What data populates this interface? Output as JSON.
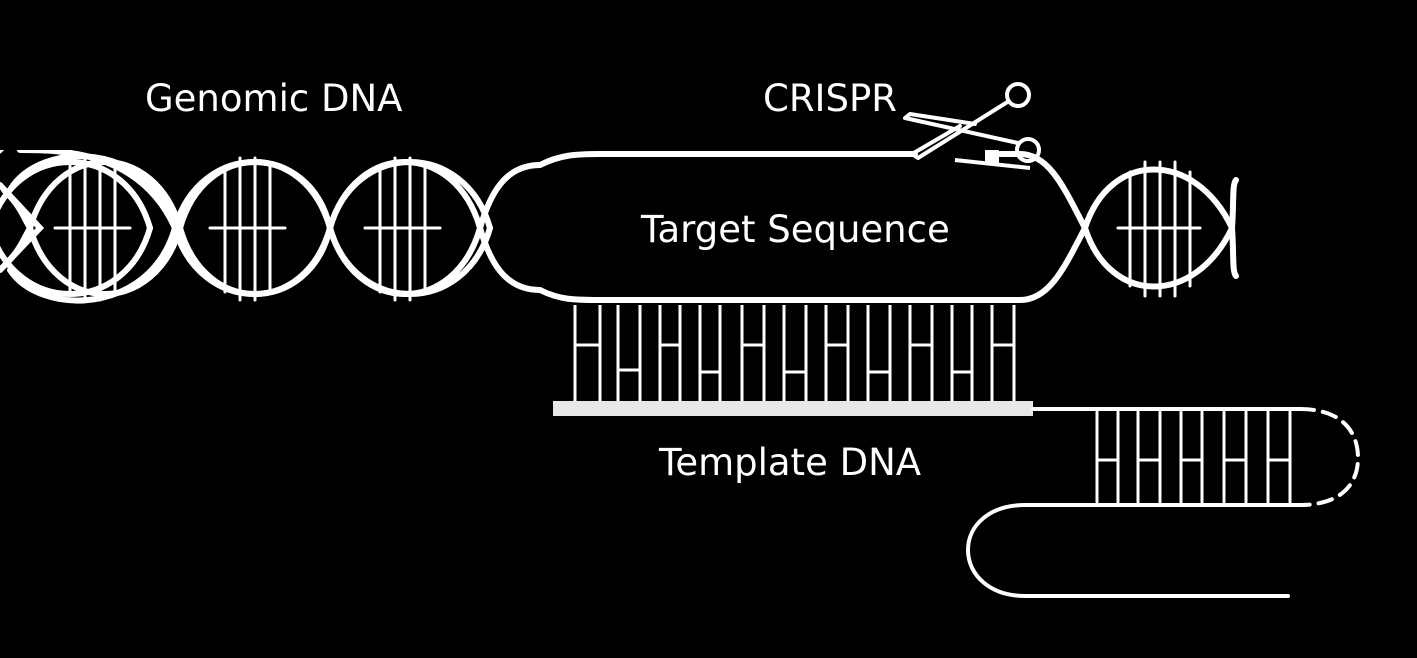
{
  "labels": {
    "genomic_dna": "Genomic DNA",
    "crispr": "CRISPR",
    "target_sequence": "Target Sequence",
    "template_dna": "Template DNA"
  },
  "colors": {
    "background": "#000000",
    "strand": "#ffffff",
    "bar": "#e8e8e8"
  },
  "icons": {
    "crispr": "scissors-icon"
  }
}
